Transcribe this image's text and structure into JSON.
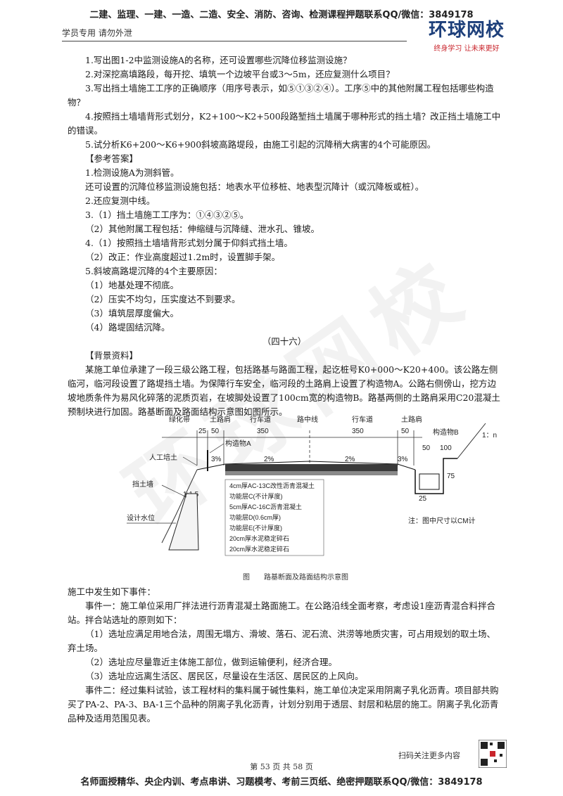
{
  "header": {
    "top_banner": "二建、监理、一建、一造、二造、安全、消防、咨询、检测课程押题联系QQ/微信：3849178",
    "left_note": "学员专用 请勿外泄",
    "logo_name": "环球网校",
    "logo_slogan": "终身学习 让未来更好"
  },
  "watermark": "环球网校",
  "questions": [
    "1.写出图1-2中监测设施A的名称，还可设置哪些沉降位移监测设施？",
    "2.对深挖高填路段，每开挖、填筑一个边坡平台或3～5m，还应复测什么项目？",
    "3.写出挡土墙施工工序的正确顺序（用序号表示，如⑤①③②④）。工序⑤中的其他附属工程包括哪些构造物？",
    "4.按照挡土墙墙背形式划分，K2+100～K2+500段路堑挡土墙属于哪种形式的挡土墙？改正挡土墙施工中的错误。",
    "5.试分析K6+200～K6+900斜坡高路堤段，由施工引起的沉降稍大病害的4个可能原因。"
  ],
  "answer_heading": "【参考答案】",
  "answers": [
    "1.检测设施A为测斜管。",
    "还可设置的沉降位移监测设施包括：地表水平位移桩、地表型沉降计（或沉降板或桩）。",
    "2.还应复测中线。",
    "3.（1）挡土墙施工工序为：①④③②⑤。",
    "（2）其他附属工程包括：伸缩缝与沉降缝、泄水孔、锥坡。",
    "4.（1）按照挡土墙墙背形式划分属于仰斜式挡土墙。",
    "（2）改正：作业高度超过1.2m时，设置脚手架。",
    "5.斜坡高路堤沉降的4个主要原因：",
    "（1）地基处理不彻底。",
    "（2）压实不均匀，压实度达不到要求。",
    "（3）填筑层厚度偏大。",
    "（4）路堤固结沉降。"
  ],
  "section_title": "（四十六）",
  "background_heading": "【背景资料】",
  "background_text": "某施工单位承建了一段三级公路工程，包括路基与路面工程，起讫桩号K0+000～K20+400。该公路左侧临河，临河段设置了路堤挡土墙。为保障行车安全，临河段的土路肩上设置了构造物A。公路右侧傍山，挖方边坡地质条件为易风化碎落的泥质页岩，在坡脚处设置了100cm宽的构造物B。路基两侧的土路肩采用C20混凝土预制块进行加固。路基断面及路面结构示意图如图所示。",
  "figure": {
    "caption": "图　　路基断面及路面结构示意图",
    "note": "注：图中尺寸以CM计",
    "labels": {
      "green_belt": "绿化带",
      "shoulder_left": "土路肩",
      "lane_left": "行车道",
      "center_line": "路中线",
      "lane_right": "行车道",
      "shoulder_right": "土路肩",
      "structure_a": "构造物A",
      "structure_b": "构造物B",
      "manmade_fill": "人工培土",
      "retaining_wall": "挡土墙",
      "water_level": "设计水位",
      "slope_left": "1:1.5",
      "slope_right": "1：n"
    },
    "dims": {
      "d25_left": "25",
      "d50_left": "50",
      "d350_left": "350",
      "d350_right": "350",
      "d50_right": "50",
      "d50_b": "50",
      "d100_b": "100",
      "d75": "75",
      "d25_b": "25"
    },
    "grades": [
      "3%",
      "2%",
      "2%",
      "3%"
    ],
    "layers": [
      "4cm厚AC-13C改性沥青混凝土",
      "功能层C(不计厚度)",
      "5cm厚AC-16C沥青混凝土",
      "功能层D(0.6cm厚)",
      "功能层E(不计厚度)",
      "20cm厚水泥稳定碎石",
      "20cm厚水泥稳定碎石"
    ]
  },
  "events_intro": "施工中发生如下事件：",
  "event1": [
    "事件一：施工单位采用厂拌法进行沥青混凝土路面施工。在公路沿线全面考察，考虑设1座沥青混合料拌合站。拌合站选址的原则如下：",
    "（1）选址应满足用地合法，周围无塌方、滑坡、落石、泥石流、洪涝等地质灾害，可占用规划的取土场、弃土场。",
    "（2）选址应尽量靠近主体施工部位，做到运输便利，经济合理。",
    "（3）选址应远离生活区、居民区，尽量设在生活区、居民区的上风向。"
  ],
  "event2": "事件二：经过集料试验，该工程材料的集料属于碱性集料，施工单位决定采用阴离子乳化沥青。项目部共购买了PA-2、PA-3、BA-1三个品种的阴离子乳化沥青，计划分别用于透层、封层和粘层的施工。阴离子乳化沥青品种及适用范围见表。",
  "qr_text": "扫码关注更多内容",
  "page_number": "第 53 页 共 58 页",
  "footer": "名师面授精华、央企内训、考点串讲、习题模考、考前三页纸、绝密押题联系QQ/微信：3849178"
}
